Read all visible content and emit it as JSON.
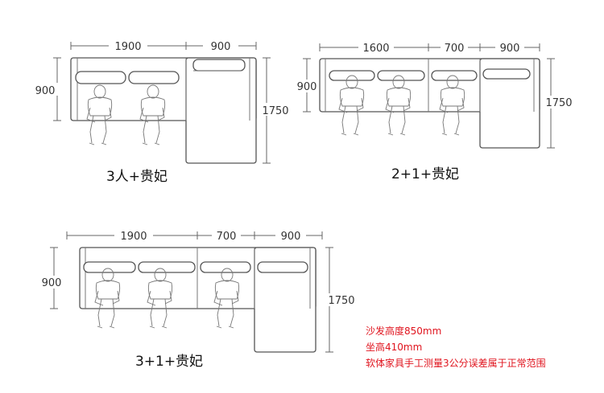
{
  "layouts": [
    {
      "name": "3人+贵妃",
      "top_dims": [
        "1900",
        "900"
      ],
      "left_dim": "900",
      "right_dim": "1750"
    },
    {
      "name": "2+1+贵妃",
      "top_dims": [
        "1600",
        "700",
        "900"
      ],
      "left_dim": "900",
      "right_dim": "1750"
    },
    {
      "name": "3+1+贵妃",
      "top_dims": [
        "1900",
        "700",
        "900"
      ],
      "left_dim": "900",
      "right_dim": "1750"
    }
  ],
  "notes": [
    "沙发高度850mm",
    "坐高410mm",
    "软体家具手工测量3公分误差属于正常范围"
  ],
  "colors": {
    "note_color": "#e0141e",
    "line_color": "#555555"
  }
}
